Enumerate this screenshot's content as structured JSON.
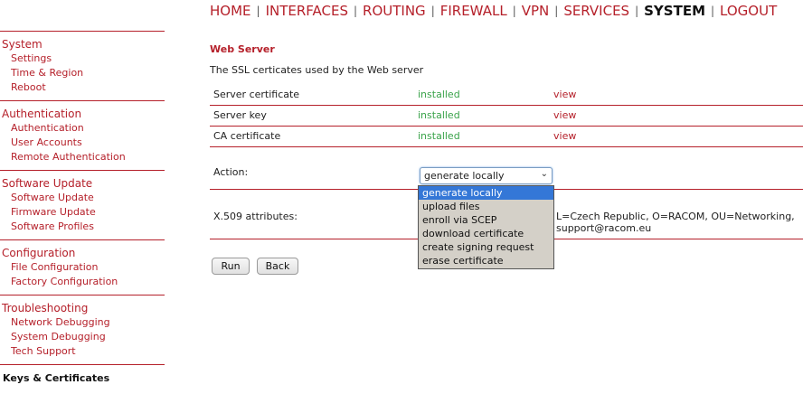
{
  "topnav": {
    "items": [
      {
        "label": "HOME"
      },
      {
        "label": "INTERFACES"
      },
      {
        "label": "ROUTING"
      },
      {
        "label": "FIREWALL"
      },
      {
        "label": "VPN"
      },
      {
        "label": "SERVICES"
      },
      {
        "label": "SYSTEM"
      },
      {
        "label": "LOGOUT"
      }
    ],
    "separator": "|"
  },
  "sidebar": {
    "groups": [
      {
        "title": "System",
        "items": [
          "Settings",
          "Time & Region",
          "Reboot"
        ]
      },
      {
        "title": "Authentication",
        "items": [
          "Authentication",
          "User Accounts",
          "Remote Authentication"
        ]
      },
      {
        "title": "Software Update",
        "items": [
          "Software Update",
          "Firmware Update",
          "Software Profiles"
        ]
      },
      {
        "title": "Configuration",
        "items": [
          "File Configuration",
          "Factory Configuration"
        ]
      },
      {
        "title": "Troubleshooting",
        "items": [
          "Network Debugging",
          "System Debugging",
          "Tech Support"
        ]
      }
    ],
    "active": "Keys & Certificates"
  },
  "main": {
    "title": "Web Server",
    "description": "The SSL certicates used by the Web server",
    "certs": [
      {
        "name": "Server certificate",
        "status": "installed",
        "link": "view"
      },
      {
        "name": "Server key",
        "status": "installed",
        "link": "view"
      },
      {
        "name": "CA certificate",
        "status": "installed",
        "link": "view"
      }
    ],
    "action_label": "Action:",
    "action_value": "generate locally",
    "action_options": [
      "generate locally",
      "upload files",
      "enroll via SCEP",
      "download certificate",
      "create signing request",
      "erase certificate"
    ],
    "x509_label": "X.509 attributes:",
    "x509_value": "L=Czech Republic, O=RACOM, OU=Networking, support@racom.eu",
    "buttons": {
      "run": "Run",
      "back": "Back"
    }
  },
  "colors": {
    "accent": "#b5202a",
    "status_ok": "#3aa34a",
    "selection": "#3477d7"
  }
}
